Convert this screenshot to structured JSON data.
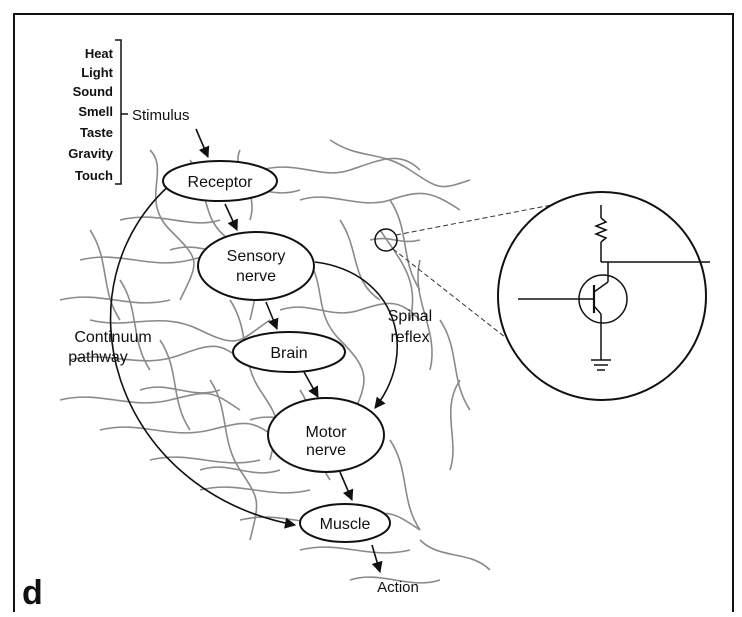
{
  "panel_label": "d",
  "stimuli": [
    "Heat",
    "Light",
    "Sound",
    "Smell",
    "Taste",
    "Gravity",
    "Touch"
  ],
  "stimulus_label": "Stimulus",
  "nodes": {
    "receptor": "Receptor",
    "sensory": [
      "Sensory",
      "nerve"
    ],
    "brain": "Brain",
    "motor": [
      "Motor",
      "nerve"
    ],
    "muscle": "Muscle"
  },
  "labels": {
    "spinal": [
      "Spinal",
      "reflex"
    ],
    "continuum": [
      "Continuum",
      "pathway"
    ],
    "action": "Action"
  }
}
